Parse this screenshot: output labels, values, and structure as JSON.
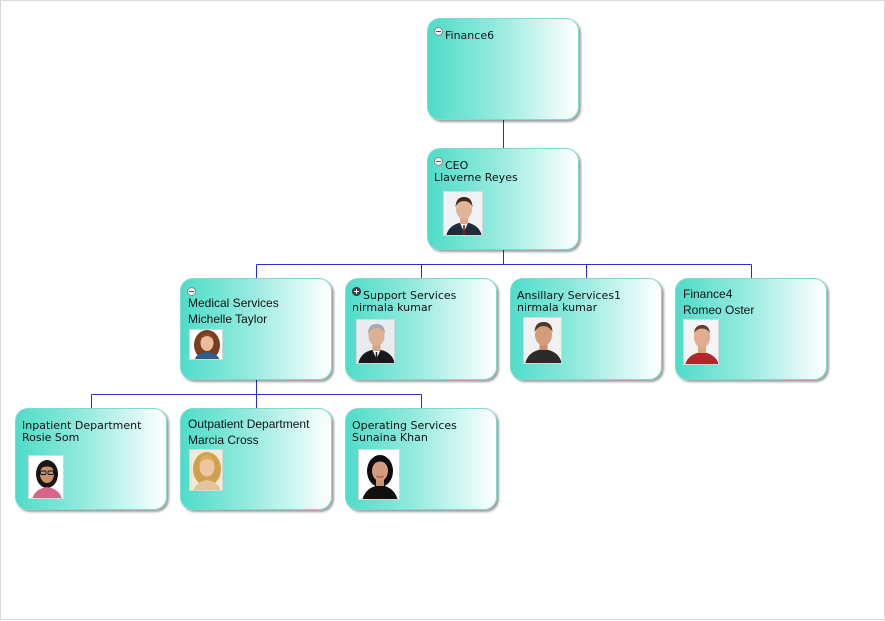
{
  "nodes": [
    {
      "id": "finance6",
      "title": "Finance6",
      "name": "",
      "toggle": "collapse",
      "photo": ""
    },
    {
      "id": "ceo",
      "title": "CEO",
      "name": "Llaverne Reyes",
      "toggle": "collapse",
      "photo": "man-suit-photo"
    },
    {
      "id": "medical",
      "title": "Medical Services",
      "name": "Michelle Taylor",
      "toggle": "collapse",
      "photo": "woman-curly-hair-photo"
    },
    {
      "id": "support",
      "title": "Support Services",
      "name": "nirmala kumar",
      "toggle": "expand",
      "photo": "man-gray-hair-photo"
    },
    {
      "id": "ansillary",
      "title": "Ansillary Services1",
      "name": "nirmala kumar",
      "toggle": "",
      "photo": "man-dark-shirt-photo"
    },
    {
      "id": "finance4",
      "title": "Finance4",
      "name": "Romeo Oster",
      "toggle": "",
      "photo": "man-red-shirt-photo"
    },
    {
      "id": "inpatient",
      "title": "Inpatient Department",
      "name": "Rosie Som",
      "toggle": "",
      "photo": "woman-glasses-photo"
    },
    {
      "id": "outpatient",
      "title": "Outpatient Department",
      "name": "Marcia Cross",
      "toggle": "",
      "photo": "woman-blonde-photo"
    },
    {
      "id": "operating",
      "title": "Operating Services",
      "name": "Sunaina Khan",
      "toggle": "",
      "photo": "woman-dark-hair-photo"
    }
  ],
  "edges": [
    [
      "finance6",
      "ceo"
    ],
    [
      "ceo",
      "medical"
    ],
    [
      "ceo",
      "support"
    ],
    [
      "ceo",
      "ansillary"
    ],
    [
      "ceo",
      "finance4"
    ],
    [
      "medical",
      "inpatient"
    ],
    [
      "medical",
      "outpatient"
    ],
    [
      "medical",
      "operating"
    ]
  ],
  "colors": {
    "connector": "#2c2ccf",
    "node_fill": "#4fdcc9",
    "node_border": "#7fd9cc"
  }
}
